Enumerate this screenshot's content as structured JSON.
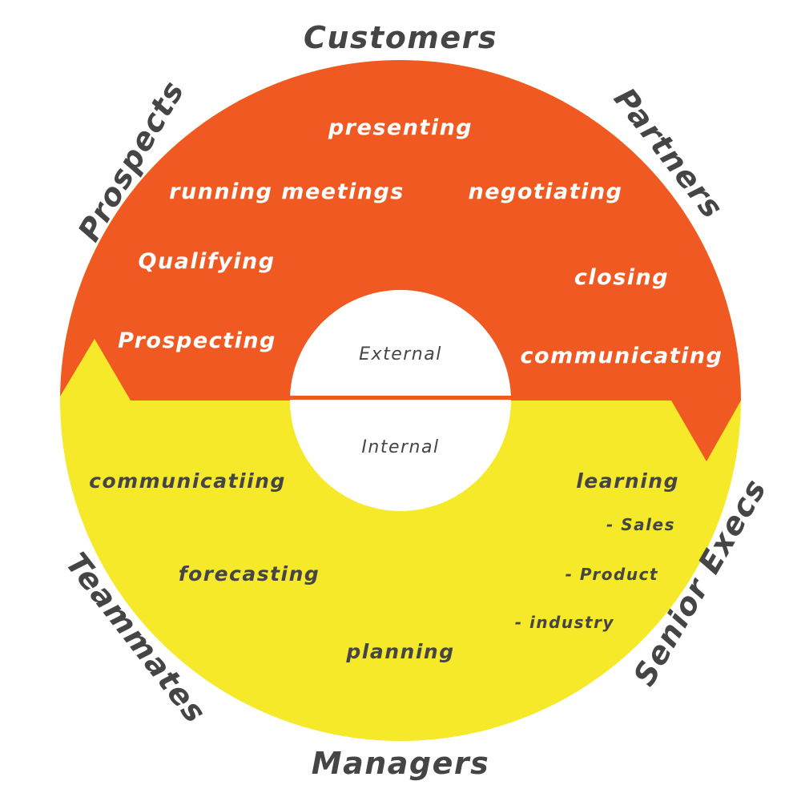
{
  "colors": {
    "external": "#f05a22",
    "internal": "#f5e92a",
    "text_dark": "#454545",
    "text_light": "#ffffff"
  },
  "center": {
    "external_label": "External",
    "internal_label": "Internal"
  },
  "external_activities": [
    "presenting",
    "running meetings",
    "negotiating",
    "Qualifying",
    "closing",
    "Prospecting",
    "communicating"
  ],
  "internal_activities": [
    "communicatiing",
    "learning",
    "forecasting",
    "planning"
  ],
  "learning_topics": [
    "- Sales",
    "- Product",
    "- industry"
  ],
  "audiences": {
    "customers": "Customers",
    "partners": "Partners",
    "prospects": "Prospects",
    "senior_execs": "Senior Execs",
    "teammates": "Teammates",
    "managers": "Managers"
  }
}
